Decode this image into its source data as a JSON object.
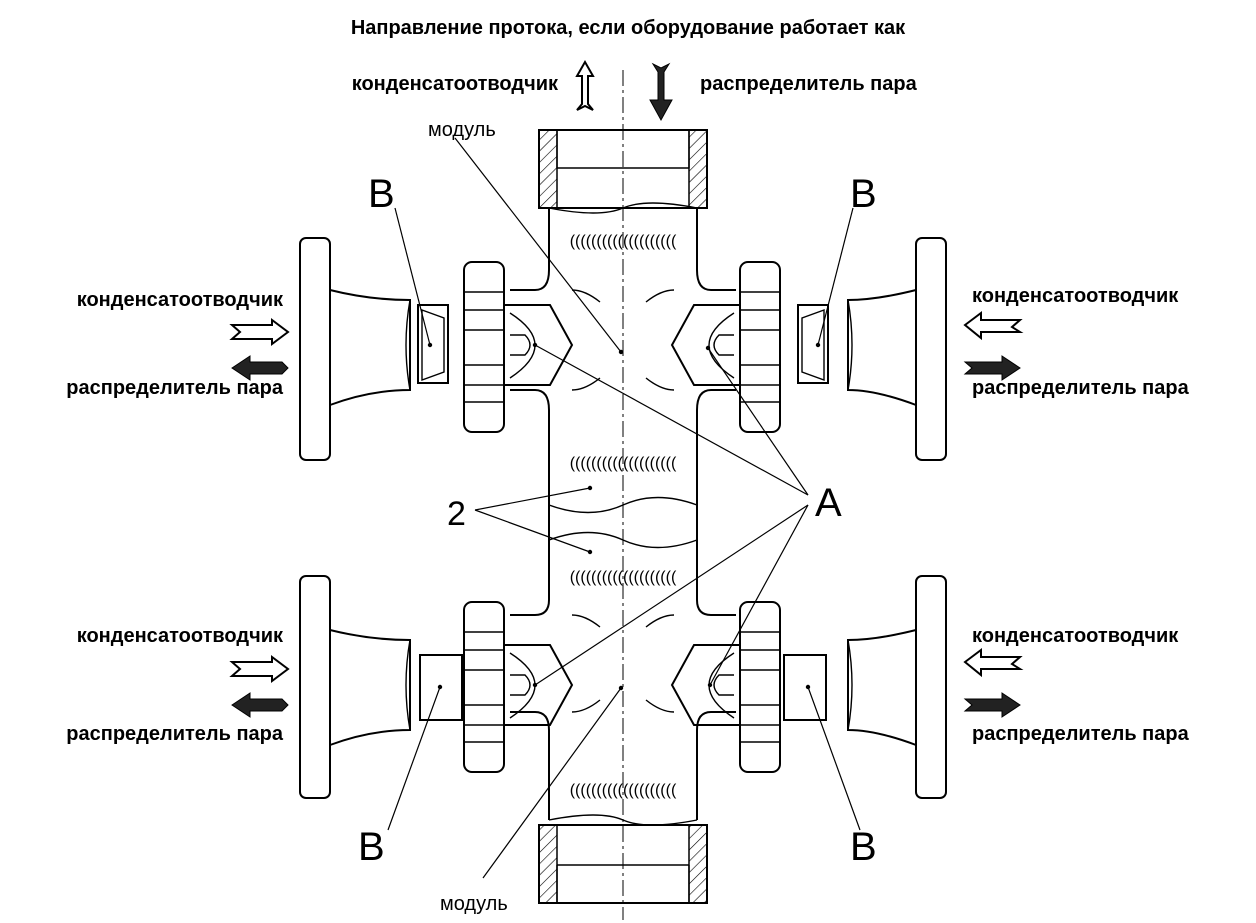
{
  "header": {
    "title": "Направление протока, если оборудование работает как"
  },
  "legend": {
    "trap": "конденсатоотводчик",
    "distributor": "распределитель пара"
  },
  "labels": {
    "module_top": "модуль",
    "module_bottom": "модуль",
    "callout_a": "A",
    "callout_b_tl": "B",
    "callout_b_tr": "B",
    "callout_b_bl": "B",
    "callout_b_br": "B",
    "callout_2": "2"
  },
  "side_labels": {
    "top_left_trap": "конденсатоотводчик",
    "top_left_dist": "распределитель пара",
    "top_right_trap": "конденсатоотводчик",
    "top_right_dist": "распределитель пара",
    "bottom_left_trap": "конденсатоотводчик",
    "bottom_left_dist": "распределитель пара",
    "bottom_right_trap": "конденсатоотводчик",
    "bottom_right_dist": "распределитель пара"
  },
  "icons": {
    "hollow_arrow": "hollow-arrow-icon",
    "solid_arrow": "solid-arrow-icon"
  },
  "colors": {
    "line": "#000000",
    "background": "#ffffff",
    "solid_arrow": "#222222"
  }
}
